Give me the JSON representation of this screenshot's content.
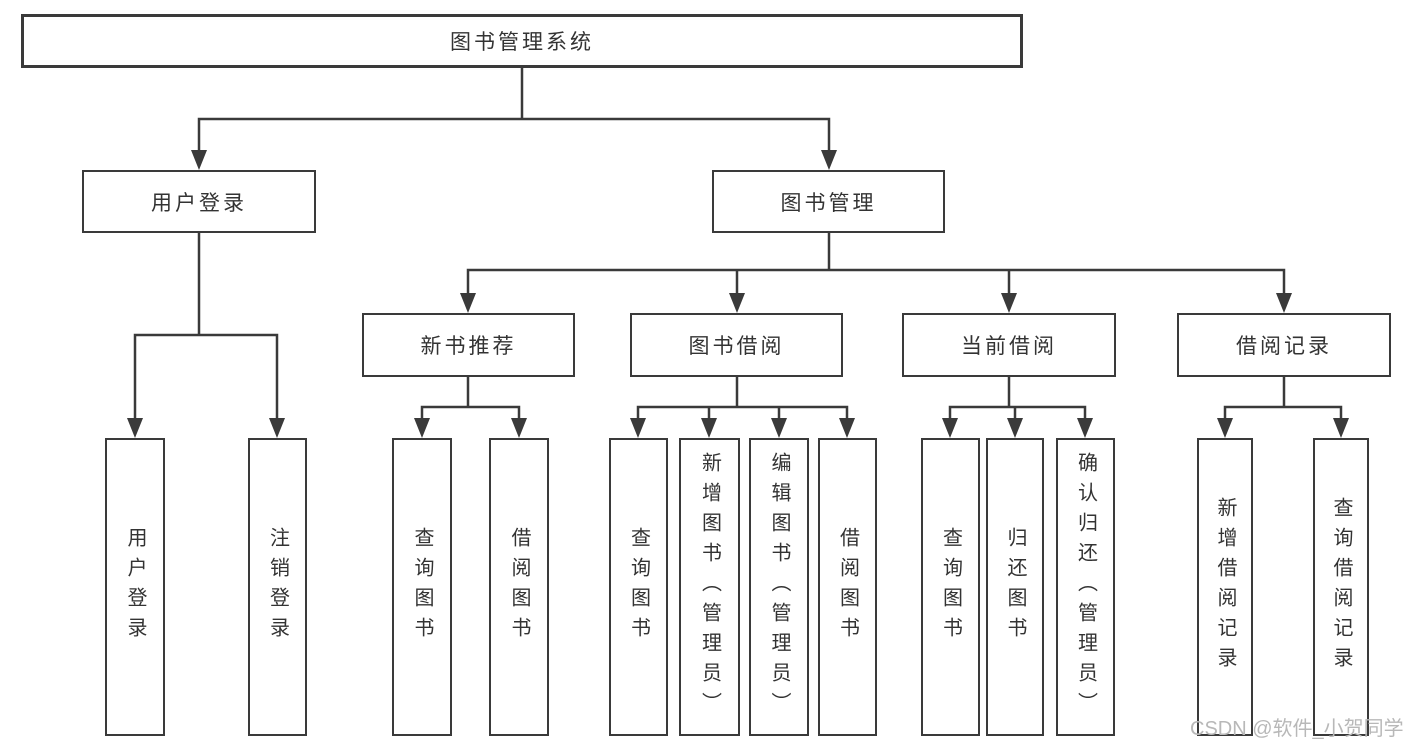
{
  "diagram": {
    "title": "图书管理系统",
    "type": "hierarchy-tree",
    "colors": {
      "line": "#3a3a3a",
      "box_border": "#3a3a3a",
      "text": "#333333",
      "background": "#ffffff",
      "watermark": "#b8b8b8"
    }
  },
  "nodes": {
    "root": "图书管理系统",
    "user_login": "用户登录",
    "book_management": "图书管理",
    "new_book_recommendation": "新书推荐",
    "book_borrowing": "图书借阅",
    "current_borrowing": "当前借阅",
    "borrowing_records": "借阅记录",
    "leaf_user_login": "用户登录",
    "leaf_logout_login": "注销登录",
    "leaf_rec_query_books": "查询图书",
    "leaf_rec_borrow_books": "借阅图书",
    "leaf_bor_query_books": "查询图书",
    "leaf_bor_add_books_admin": "新增图书（管理员）",
    "leaf_bor_edit_books_admin": "编辑图书（管理员）",
    "leaf_bor_borrow_books": "借阅图书",
    "leaf_cur_query_books": "查询图书",
    "leaf_cur_return_books": "归还图书",
    "leaf_cur_confirm_return_admin": "确认归还（管理员）",
    "leaf_recd_add_record": "新增借阅记录",
    "leaf_recd_query_record": "查询借阅记录"
  },
  "watermark": "CSDN @软件_小贺同学"
}
